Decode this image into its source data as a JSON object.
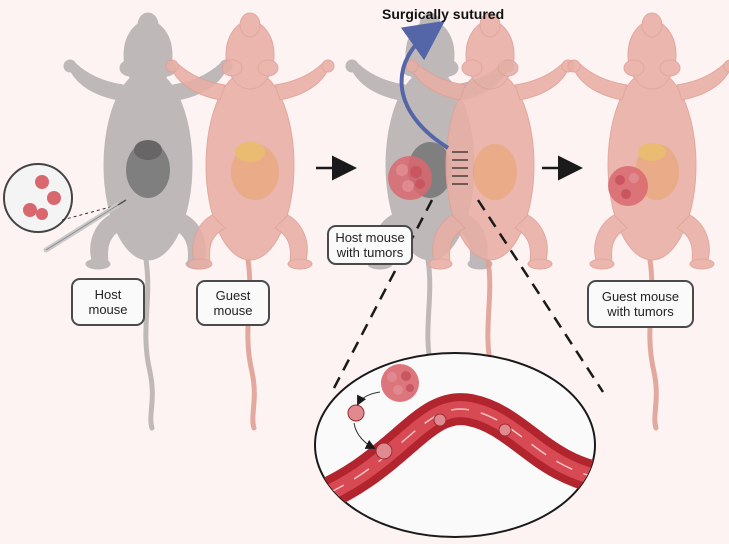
{
  "title": "Surgically sutured",
  "labels": {
    "host_mouse": "Host\nmouse",
    "guest_mouse": "Guest\nmouse",
    "host_with_tumors": "Host mouse\nwith tumors",
    "guest_with_tumors": "Guest mouse\nwith tumors"
  },
  "colors": {
    "host_mouse": "#b4aeb0",
    "guest_mouse": "#e8b0a6",
    "tumor": "#d9676e",
    "vessel": "#b2252f",
    "arrow": "#1a1a1a",
    "suture_arrow": "#5566a8"
  }
}
